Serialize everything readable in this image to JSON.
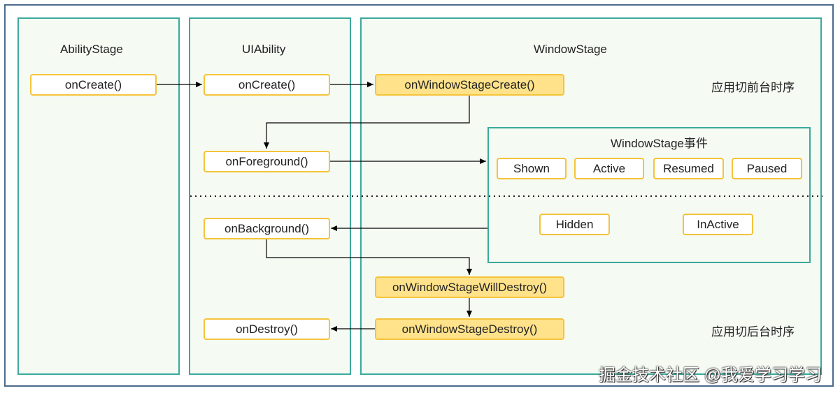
{
  "lanes": {
    "ability_stage": "AbilityStage",
    "ui_ability": "UIAbility",
    "window_stage": "WindowStage"
  },
  "events_box_title": "WindowStage事件",
  "nodes": {
    "ability_stage_on_create": "onCreate()",
    "ui_on_create": "onCreate()",
    "on_window_stage_create": "onWindowStageCreate()",
    "on_foreground": "onForeground()",
    "on_background": "onBackground()",
    "on_window_stage_will_destroy": "onWindowStageWillDestroy()",
    "on_destroy": "onDestroy()",
    "on_window_stage_destroy": "onWindowStageDestroy()"
  },
  "events": {
    "shown": "Shown",
    "active": "Active",
    "resumed": "Resumed",
    "paused": "Paused",
    "hidden": "Hidden",
    "inactive": "InActive"
  },
  "notes": {
    "foreground_sequence": "应用切前台时序",
    "background_sequence": "应用切后台时序"
  },
  "watermark": "掘金技术社区 @我爱学习学习",
  "colors": {
    "lane_border": "#3aa99c",
    "lane_fill": "#f5faf3",
    "node_border": "#f5c33b",
    "node_highlight": "#ffe28a",
    "frame_border": "#4a6b8a"
  }
}
